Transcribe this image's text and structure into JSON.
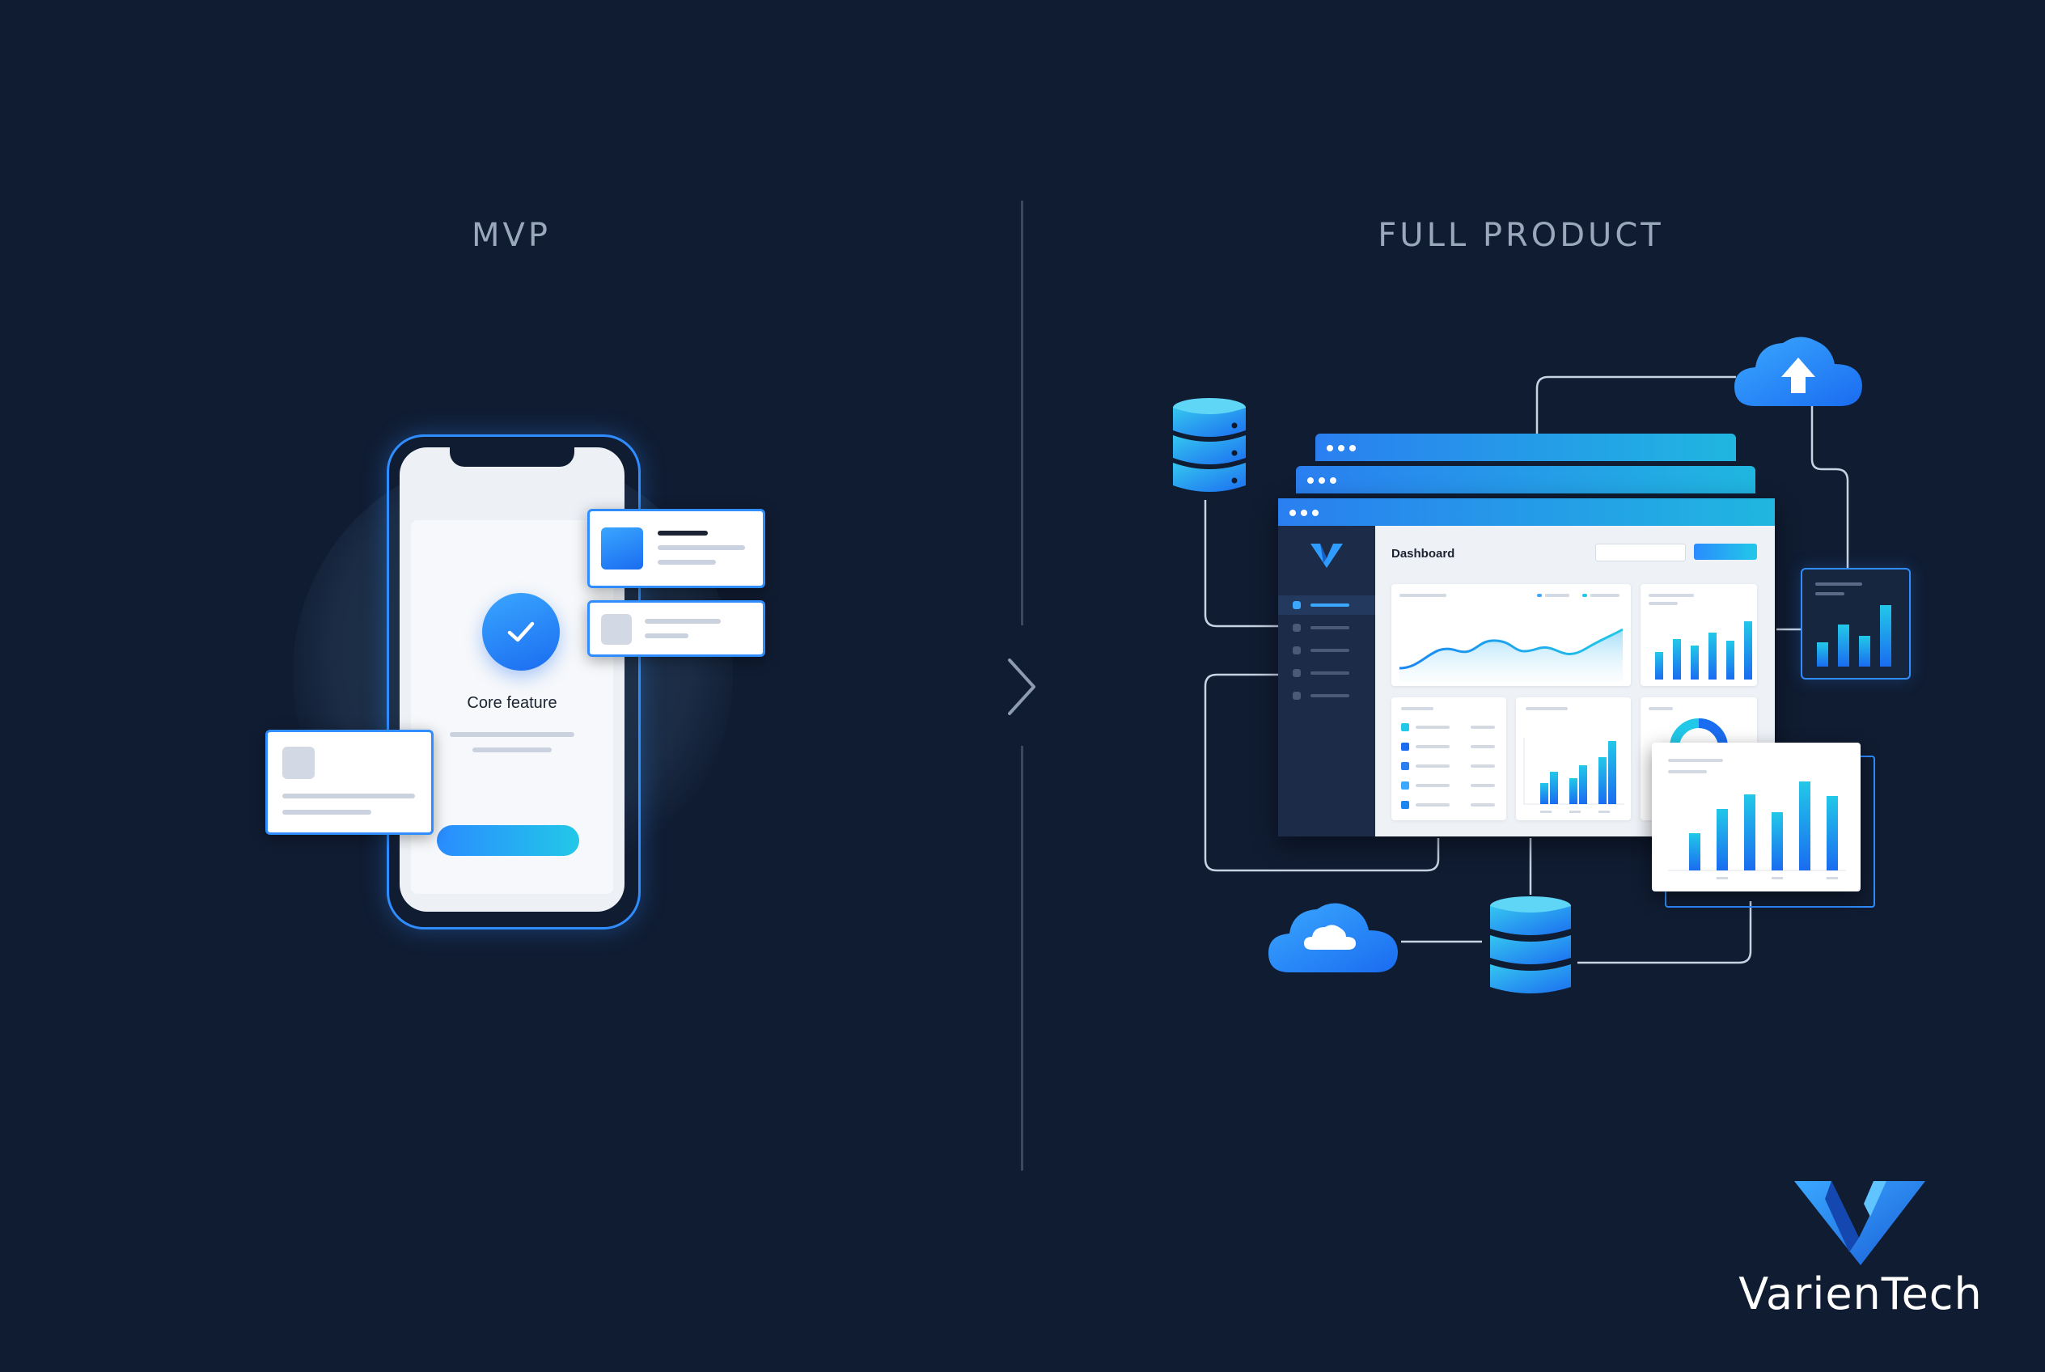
{
  "headings": {
    "left": "MVP",
    "right": "FULL PRODUCT"
  },
  "phone": {
    "core_label": "Core feature"
  },
  "dashboard": {
    "title": "Dashboard"
  },
  "brand": {
    "name": "VarienTech"
  },
  "colors": {
    "background": "#101c32",
    "accent_blue": "#2f8dff",
    "accent_cyan": "#22c8e8",
    "sidebar": "#1b2b48"
  },
  "icons": [
    "check-icon",
    "chevron-right-icon",
    "database-icon",
    "cloud-upload-icon",
    "cloud-icon",
    "bar-chart-icon",
    "line-chart-icon",
    "donut-chart-icon",
    "brand-logo-icon"
  ]
}
